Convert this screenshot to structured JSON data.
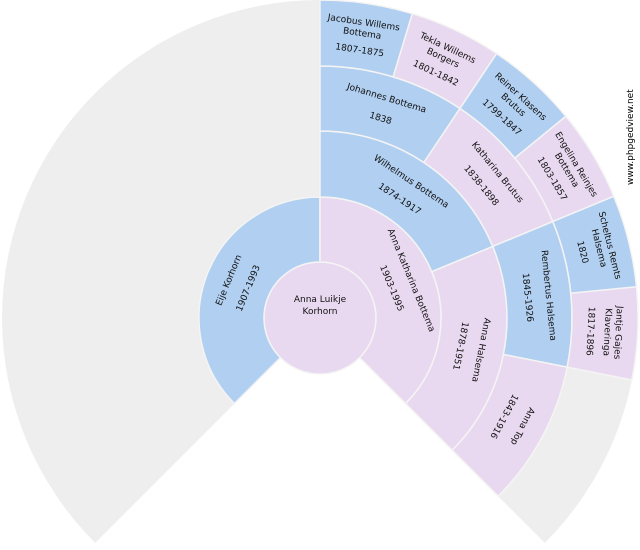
{
  "watermark": "www.phpgedview.net",
  "colors": {
    "male": "#b1cff0",
    "female": "#e9d9f0",
    "empty": "#eeeeee",
    "separator": "#f4f4f4"
  },
  "fan_degrees": 270,
  "generations": 5,
  "persons": [
    {
      "sosa": 1,
      "sex": "F",
      "name_lines": [
        "Anna Luikje",
        "Korhorn"
      ],
      "dates": ""
    },
    {
      "sosa": 2,
      "sex": "M",
      "name_lines": [
        "Eije Korhorn"
      ],
      "dates": "1907-1993"
    },
    {
      "sosa": 3,
      "sex": "F",
      "name_lines": [
        "Anna Katharina Bottema"
      ],
      "dates": "1903-1995"
    },
    {
      "sosa": 6,
      "sex": "M",
      "name_lines": [
        "Wilhelmus Bottema"
      ],
      "dates": "1874-1917"
    },
    {
      "sosa": 7,
      "sex": "F",
      "name_lines": [
        "Anna Halsema"
      ],
      "dates": "1878-1951"
    },
    {
      "sosa": 12,
      "sex": "M",
      "name_lines": [
        "Johannes Bottema"
      ],
      "dates": "1838"
    },
    {
      "sosa": 13,
      "sex": "F",
      "name_lines": [
        "Katharina Brutus"
      ],
      "dates": "1838-1898"
    },
    {
      "sosa": 14,
      "sex": "M",
      "name_lines": [
        "Rembertus Halsema"
      ],
      "dates": "1845-1926"
    },
    {
      "sosa": 15,
      "sex": "F",
      "name_lines": [
        "Anna Top"
      ],
      "dates": "1843-1916"
    },
    {
      "sosa": 24,
      "sex": "M",
      "name_lines": [
        "Jacobus Willems",
        "Bottema"
      ],
      "dates": "1807-1875"
    },
    {
      "sosa": 25,
      "sex": "F",
      "name_lines": [
        "Tekla Willems",
        "Borgers"
      ],
      "dates": "1801-1842"
    },
    {
      "sosa": 26,
      "sex": "M",
      "name_lines": [
        "Reiner Klasens",
        "Brutus"
      ],
      "dates": "1799-1847"
    },
    {
      "sosa": 27,
      "sex": "F",
      "name_lines": [
        "Engelina Reinjes",
        "Bottema"
      ],
      "dates": "1803-1857"
    },
    {
      "sosa": 28,
      "sex": "M",
      "name_lines": [
        "Scheltus Remts",
        "Halsema"
      ],
      "dates": "1820"
    },
    {
      "sosa": 29,
      "sex": "F",
      "name_lines": [
        "Jantje Gajes",
        "Klaveringa"
      ],
      "dates": "1817-1896"
    }
  ]
}
